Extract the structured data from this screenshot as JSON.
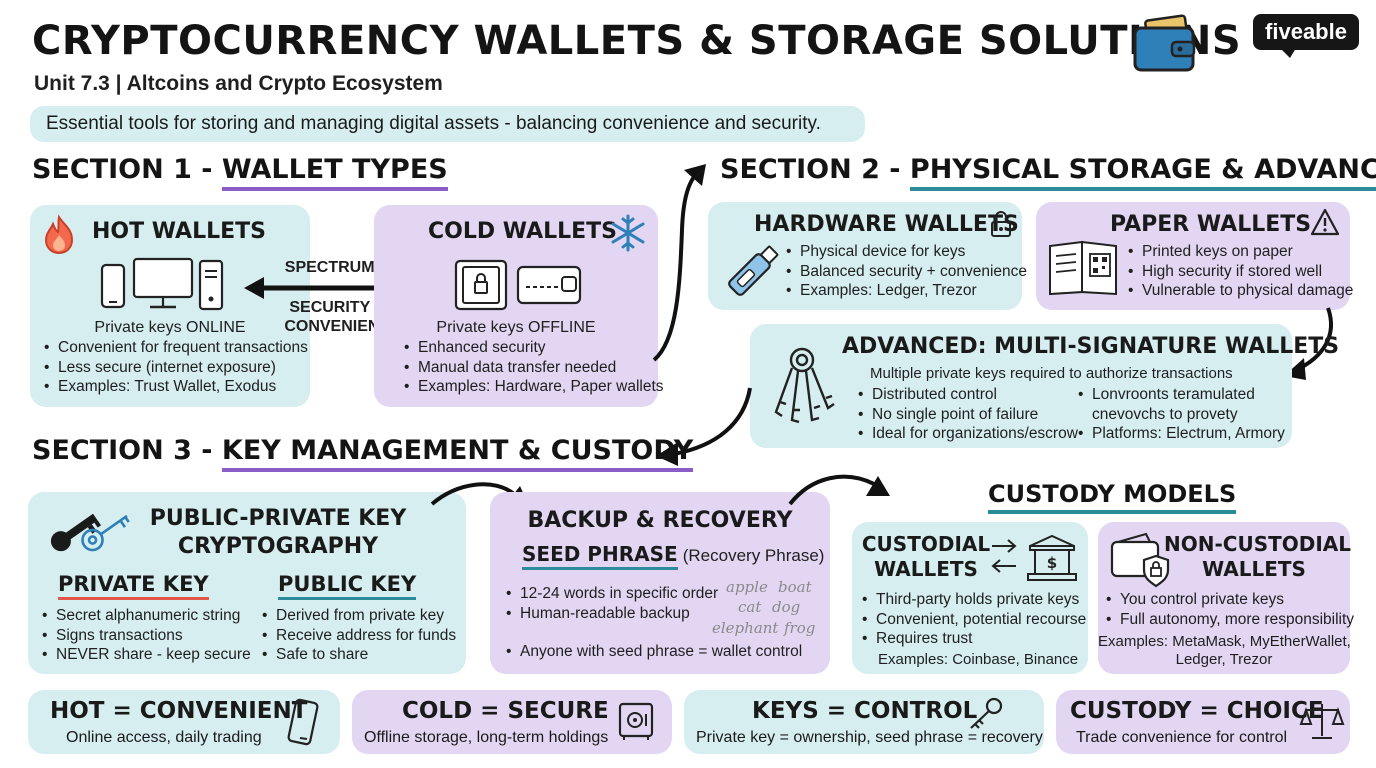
{
  "header": {
    "title": "CRYPTOCURRENCY WALLETS & STORAGE SOLUTIONS",
    "subtitle": "Unit 7.3 | Altcoins and Crypto Ecosystem",
    "tagline": "Essential tools for storing and managing digital assets - balancing convenience and security.",
    "logo": "fiveable"
  },
  "section1": {
    "heading_prefix": "SECTION 1 - ",
    "heading_main": "WALLET TYPES",
    "hot": {
      "title": "HOT WALLETS",
      "caption": "Private keys ONLINE",
      "bullets": [
        "Convenient for frequent transactions",
        "Less secure (internet exposure)",
        "Examples: Trust Wallet, Exodus"
      ]
    },
    "spectrum": {
      "line1": "SPECTRUM OF",
      "line2": "SECURITY vs.",
      "line3": "CONVENIENCE"
    },
    "cold": {
      "title": "COLD WALLETS",
      "caption": "Private keys OFFLINE",
      "bullets": [
        "Enhanced security",
        "Manual data transfer needed",
        "Examples: Hardware, Paper wallets"
      ]
    }
  },
  "section2": {
    "heading_prefix": "SECTION 2 - ",
    "heading_main": "PHYSICAL STORAGE & ADVANCED",
    "hardware": {
      "title": "HARDWARE WALLETS",
      "bullets": [
        "Physical device for keys",
        "Balanced security + convenience",
        "Examples: Ledger, Trezor"
      ]
    },
    "paper": {
      "title": "PAPER WALLETS",
      "bullets": [
        "Printed keys on paper",
        "High security if stored well",
        "Vulnerable to physical damage"
      ]
    },
    "multisig": {
      "title": "ADVANCED: MULTI-SIGNATURE WALLETS",
      "caption": "Multiple private keys required to authorize transactions",
      "bullets_left": [
        "Distributed control",
        "No single point of failure",
        "Ideal for organizations/escrow"
      ],
      "bullets_right": [
        "Lonvroonts teramulated",
        "cnevovchs to provety",
        "Platforms: Electrum, Armory"
      ]
    }
  },
  "section3": {
    "heading_prefix": "SECTION 3 - ",
    "heading_main": "KEY MANAGEMENT & CUSTODY",
    "crypto": {
      "title_line1": "PUBLIC-PRIVATE KEY",
      "title_line2": "CRYPTOGRAPHY",
      "private_title": "PRIVATE KEY",
      "private_bullets": [
        "Secret alphanumeric string",
        "Signs transactions",
        "NEVER share - keep secure"
      ],
      "public_title": "PUBLIC KEY",
      "public_bullets": [
        "Derived from private key",
        "Receive address for funds",
        "Safe to share"
      ]
    },
    "backup": {
      "title": "BACKUP & RECOVERY",
      "seed_title": "SEED PHRASE",
      "seed_sub": "(Recovery Phrase)",
      "bullets": [
        "12-24 words in specific order",
        "Human-readable backup"
      ],
      "words": [
        "apple",
        "boat",
        "cat",
        "dog",
        "elephant",
        "frog"
      ],
      "final": "Anyone with seed phrase = wallet control"
    },
    "custody": {
      "heading": "CUSTODY MODELS",
      "custodial": {
        "title_line1": "CUSTODIAL",
        "title_line2": "WALLETS",
        "bullets": [
          "Third-party holds private keys",
          "Convenient, potential recourse",
          "Requires trust"
        ],
        "examples": "Examples: Coinbase, Binance"
      },
      "noncustodial": {
        "title_line1": "NON-CUSTODIAL",
        "title_line2": "WALLETS",
        "bullets": [
          "You control private keys",
          "Full autonomy, more responsibility"
        ],
        "examples_line1": "Examples: MetaMask, MyEtherWallet,",
        "examples_line2": "Ledger, Trezor"
      }
    }
  },
  "footer": [
    {
      "title": "HOT = CONVENIENT",
      "sub": "Online access, daily trading",
      "icon": "phone-icon"
    },
    {
      "title": "COLD = SECURE",
      "sub": "Offline storage, long-term holdings",
      "icon": "safe-icon"
    },
    {
      "title": "KEYS = CONTROL",
      "sub": "Private key = ownership, seed phrase = recovery",
      "icon": "key-icon"
    },
    {
      "title": "CUSTODY = CHOICE",
      "sub": "Trade convenience for control",
      "icon": "scales-icon"
    }
  ],
  "colors": {
    "teal_box": "#d6eef0",
    "lavender_box": "#e2d6f3",
    "purple_underline": "#8a5cc7",
    "teal_underline": "#2e8b99",
    "red_underline": "#e2564a"
  }
}
